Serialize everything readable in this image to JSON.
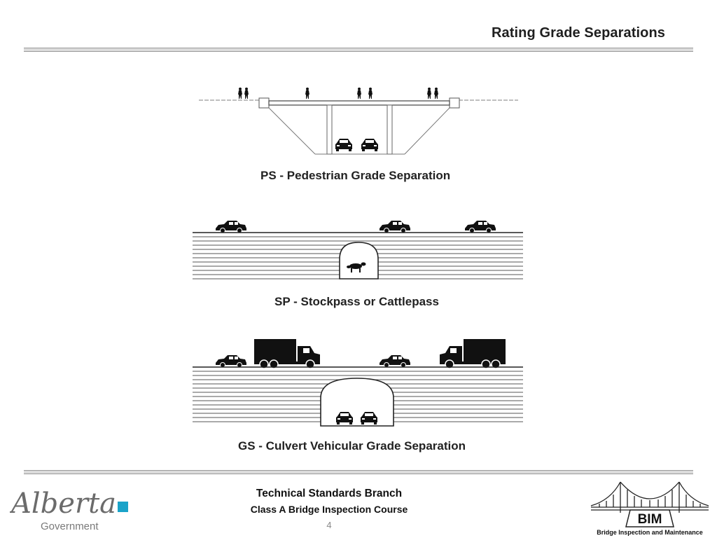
{
  "header": {
    "title": "Rating Grade Separations"
  },
  "diagram": {
    "captions": {
      "ps": "PS - Pedestrian Grade Separation",
      "sp": "SP - Stockpass or Cattlepass",
      "gs": "GS - Culvert Vehicular Grade Separation"
    }
  },
  "footer": {
    "branch": "Technical Standards Branch",
    "course": "Class A Bridge Inspection Course",
    "page_number": "4"
  },
  "logos": {
    "alberta": {
      "word": "Alberta",
      "sub": "Government",
      "accent": "#1aa3c9"
    },
    "bim": {
      "word": "BIM",
      "caption": "Bridge Inspection and Maintenance"
    }
  },
  "colors": {
    "text": "#1f1f1f",
    "rule": "#9a9a9a",
    "drawing": "#111111"
  }
}
